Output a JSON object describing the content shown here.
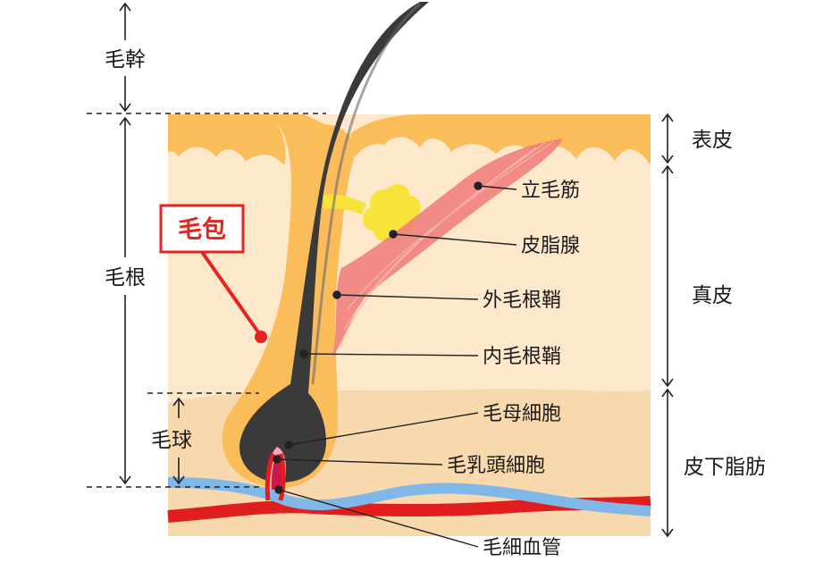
{
  "colors": {
    "dermis": "#fde8cc",
    "fat": "#f8d9ad",
    "follicle": "#fbbc5a",
    "hair": "#3a3a3a",
    "gland": "#f7e33a",
    "muscle": "#f07a78",
    "red": "#e8221c",
    "vessel_red": "#e01e1e",
    "vessel_blue": "#7fb7e8"
  },
  "left_labels": {
    "hair_shaft": "毛幹",
    "hair_root": "毛根",
    "hair_bulb": "毛球",
    "follicle": "毛包"
  },
  "right_labels": {
    "epidermis": "表皮",
    "dermis": "真皮",
    "subcutaneous_fat": "皮下脂肪"
  },
  "callouts": [
    "立毛筋",
    "皮脂腺",
    "外毛根鞘",
    "内毛根鞘",
    "毛母細胞",
    "毛乳頭細胞",
    "毛細血管"
  ]
}
